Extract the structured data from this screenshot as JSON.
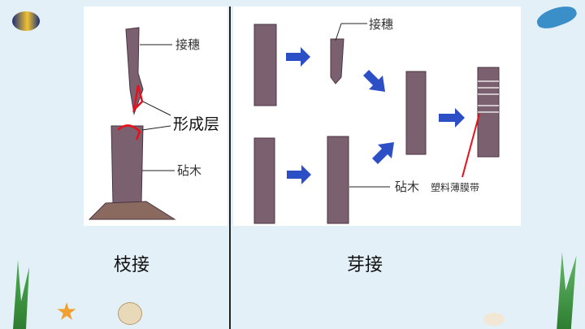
{
  "left_diagram": {
    "scion_label": "接穗",
    "cambium_label": "形成层",
    "rootstock_label": "砧木"
  },
  "right_diagram": {
    "scion_label": "接穗",
    "rootstock_label": "砧木",
    "film_label": "塑料薄膜带"
  },
  "captions": {
    "left": "枝接",
    "right": "芽接"
  },
  "colors": {
    "bark": "#7b6170",
    "arrow": "#2c4fc6",
    "cambium": "#e8101a",
    "background": "#e4f0f8"
  }
}
